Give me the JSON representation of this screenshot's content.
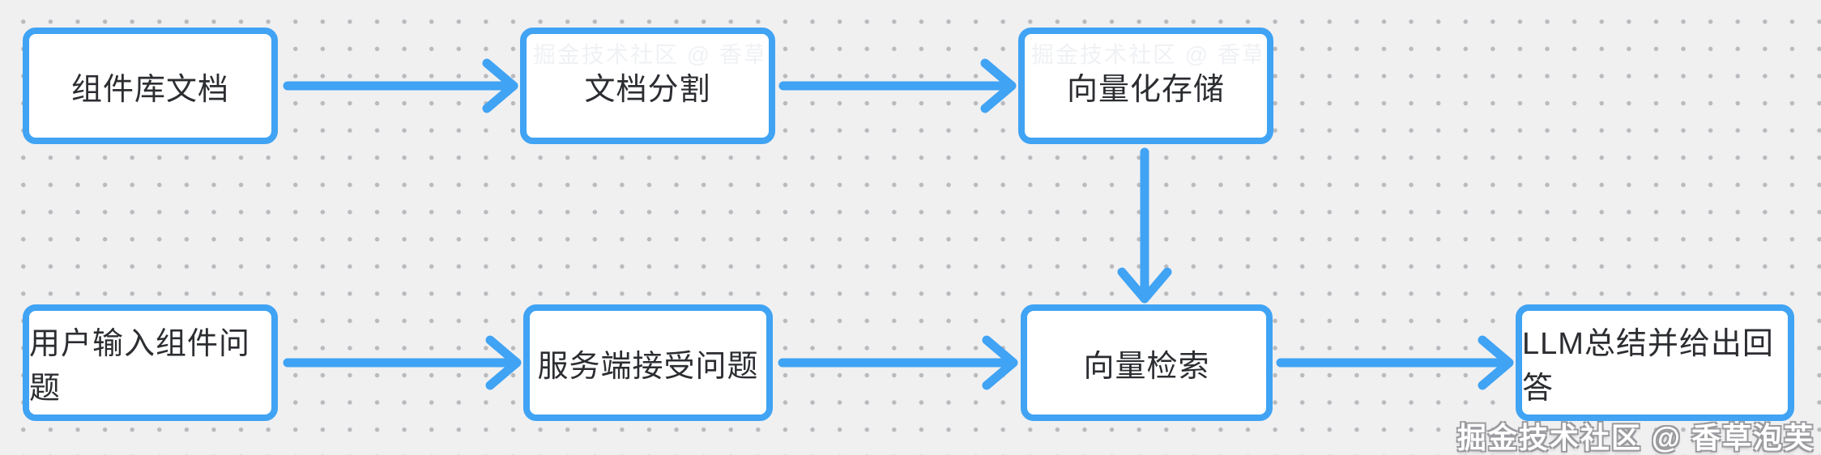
{
  "diagram": {
    "nodes": [
      {
        "id": "docs",
        "label": "组件库文档"
      },
      {
        "id": "doc-split",
        "label": "文档分割"
      },
      {
        "id": "vector-store",
        "label": "向量化存储"
      },
      {
        "id": "user-question",
        "label": "用户输入组件问题"
      },
      {
        "id": "server-receive",
        "label": "服务端接受问题"
      },
      {
        "id": "vector-search",
        "label": "向量检索"
      },
      {
        "id": "llm-answer",
        "label": "LLM总结并给出回答"
      }
    ],
    "edges": [
      {
        "from": "docs",
        "to": "doc-split",
        "direction": "right"
      },
      {
        "from": "doc-split",
        "to": "vector-store",
        "direction": "right"
      },
      {
        "from": "vector-store",
        "to": "vector-search",
        "direction": "down"
      },
      {
        "from": "user-question",
        "to": "server-receive",
        "direction": "right"
      },
      {
        "from": "server-receive",
        "to": "vector-search",
        "direction": "right"
      },
      {
        "from": "vector-search",
        "to": "llm-answer",
        "direction": "right"
      }
    ]
  },
  "watermark": {
    "credit": "掘金技术社区 @ 香草泡芙",
    "faint_text": "掘金技术社区 @ 香草泡芙 掘金技术社区 @ 香草泡芙 掘金技术社区"
  },
  "colors": {
    "accent_blue": "#40a3f4",
    "background": "#f0f0f1",
    "dot": "#b9babd",
    "node_fill": "#ffffff",
    "text": "#2b2d31"
  }
}
